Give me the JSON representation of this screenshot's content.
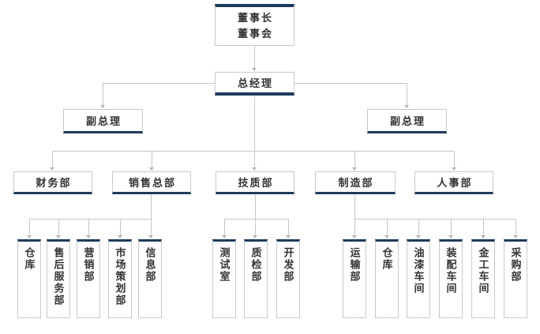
{
  "colors": {
    "accent": "#1f3a5c",
    "border": "#c9c9c9",
    "line": "#c6c6c6",
    "arrow": "#b5b5b5",
    "text": "#333333",
    "bg": "#ffffff"
  },
  "org": {
    "root": {
      "line1": "董事长",
      "line2": "董事会"
    },
    "general_manager": {
      "label": "总经理"
    },
    "deputies": [
      {
        "label": "副总理"
      },
      {
        "label": "副总理"
      }
    ],
    "departments": [
      {
        "label": "财务部"
      },
      {
        "label": "销售总部"
      },
      {
        "label": "技质部"
      },
      {
        "label": "制造部"
      },
      {
        "label": "人事部"
      }
    ],
    "units": {
      "sales": [
        "仓库",
        "售后服务部",
        "营销部",
        "市场策划部",
        "信息部"
      ],
      "tech": [
        "测试室",
        "质检部",
        "开发部"
      ],
      "manufacturing": [
        "运输部",
        "仓库",
        "油漆车间",
        "装配车间",
        "金工车间",
        "采购部"
      ]
    }
  }
}
